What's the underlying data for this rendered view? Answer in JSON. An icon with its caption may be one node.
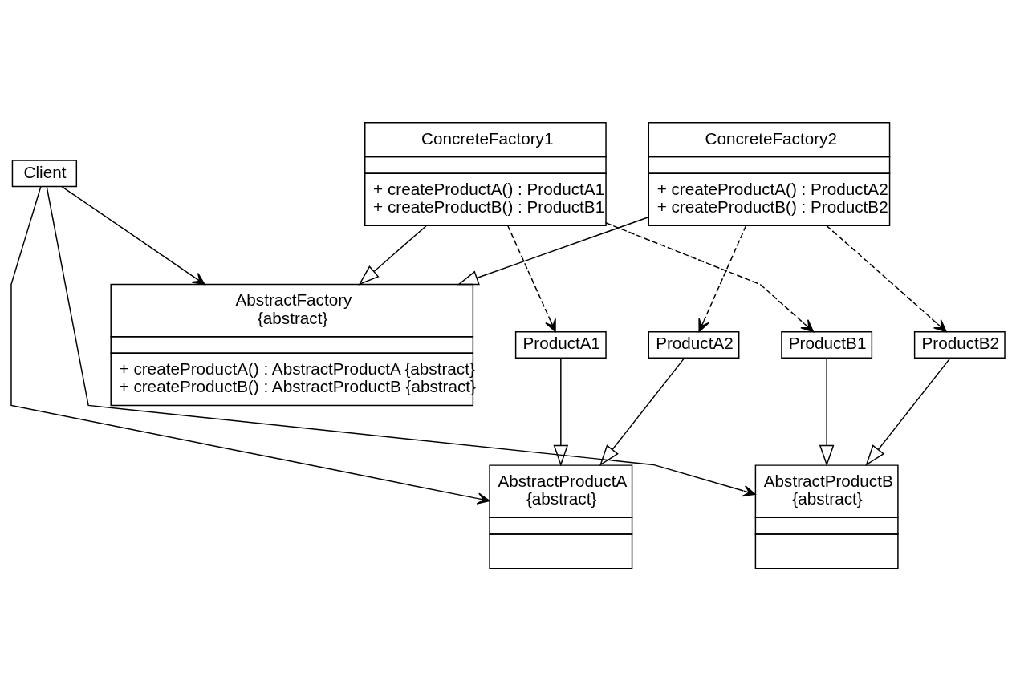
{
  "diagram": {
    "nodes": [
      {
        "text": [
          "Client"
        ]
      },
      {
        "text": [
          "AbstractFactory",
          "{abstract}",
          "+ createProductA() : AbstractProductA {abstract}",
          "+ createProductB() : AbstractProductB {abstract}"
        ]
      },
      {
        "text": [
          "AbstractProductA",
          "{abstract}"
        ]
      },
      {
        "text": [
          "ProductA1"
        ]
      },
      {
        "text": [
          "ProductA2"
        ]
      },
      {
        "text": [
          "ConcreteFactory1",
          "+ createProductA() : ProductA1",
          "+ createProductB() : ProductB1"
        ]
      },
      {
        "text": [
          "ConcreteFactory2",
          "+ createProductA() : ProductA2",
          "+ createProductB() : ProductB2"
        ]
      },
      {
        "text": [
          "AbstractProductB",
          "{abstract}"
        ]
      },
      {
        "text": [
          "ProductB1"
        ]
      },
      {
        "text": [
          "ProductB2"
        ]
      }
    ],
    "edges": [
      {
        "from": 0,
        "to": 1,
        "arrow": "to"
      },
      {
        "from": 0,
        "to": 2,
        "arrow": "to"
      },
      {
        "from": 0,
        "to": 7,
        "arrow": "to"
      },
      {
        "from": 5,
        "to": 1,
        "arrow": "to"
      },
      {
        "from": 6,
        "to": 1,
        "arrow": "to"
      },
      {
        "from": 3,
        "to": 2,
        "arrow": "to"
      },
      {
        "from": 4,
        "to": 2,
        "arrow": "to"
      },
      {
        "from": 8,
        "to": 7,
        "arrow": "to"
      },
      {
        "from": 9,
        "to": 7,
        "arrow": "to"
      },
      {
        "from": 5,
        "to": 3,
        "arrow": "to",
        "style": "dashed"
      },
      {
        "from": 5,
        "to": 8,
        "arrow": "to",
        "style": "dashed"
      },
      {
        "from": 6,
        "to": 4,
        "arrow": "to",
        "style": "dashed"
      },
      {
        "from": 6,
        "to": 9,
        "arrow": "to",
        "style": "dashed"
      }
    ]
  }
}
